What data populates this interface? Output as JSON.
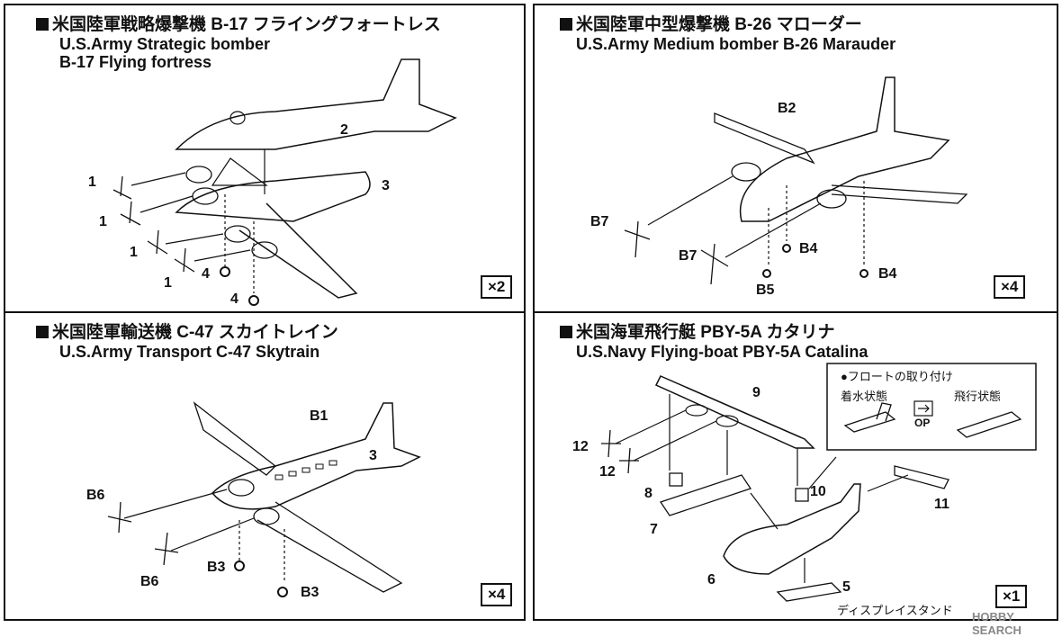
{
  "panels": {
    "b17": {
      "title_jp": "米国陸軍戦略爆撃機 B-17 フライングフォートレス",
      "title_en_1": "U.S.Army Strategic bomber",
      "title_en_2": "B-17 Flying fortress",
      "qty": "×2",
      "labels": [
        "1",
        "1",
        "1",
        "1",
        "2",
        "3",
        "4",
        "4"
      ]
    },
    "b26": {
      "title_jp": "米国陸軍中型爆撃機 B-26 マローダー",
      "title_en": "U.S.Army Medium bomber B-26 Marauder",
      "qty": "×4",
      "labels": [
        "B2",
        "B7",
        "B7",
        "B4",
        "B4",
        "B5"
      ]
    },
    "c47": {
      "title_jp": "米国陸軍輸送機 C-47 スカイトレイン",
      "title_en": "U.S.Army Transport C-47 Skytrain",
      "qty": "×4",
      "labels": [
        "B1",
        "3",
        "B6",
        "B6",
        "B3",
        "B3"
      ]
    },
    "pby": {
      "title_jp": "米国海軍飛行艇 PBY-5A カタリナ",
      "title_en": "U.S.Navy Flying-boat PBY-5A Catalina",
      "qty": "×1",
      "labels": [
        "9",
        "12",
        "12",
        "8",
        "7",
        "10",
        "11",
        "6",
        "5"
      ],
      "float_title": "●フロートの取り付け",
      "landed": "着水状態",
      "flight": "飛行状態",
      "op": "OP",
      "display_stand": "ディスプレイスタンド"
    }
  },
  "watermark": "HOBBY SEARCH",
  "icons": [
    "propeller-icon",
    "airplane-icon",
    "float-swap-icon"
  ]
}
